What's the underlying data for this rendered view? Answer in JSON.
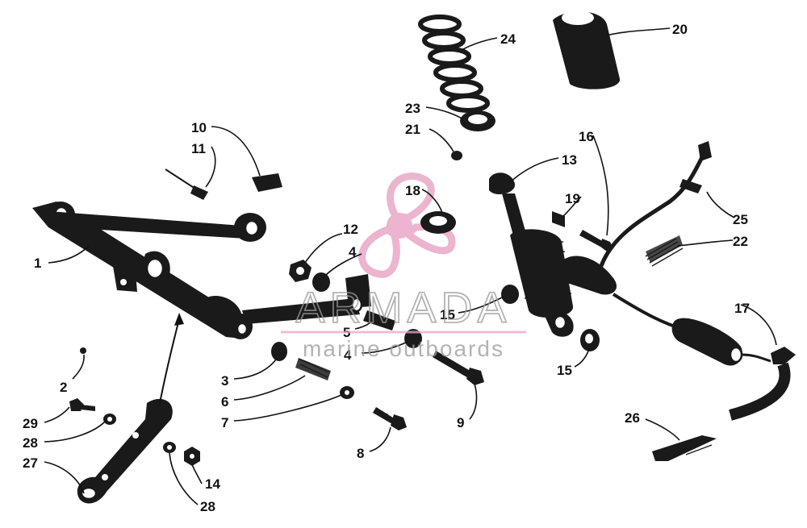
{
  "watermark": {
    "brand": "ARMADA",
    "tagline": "marine outboards",
    "brand_color": "#9a9a9a",
    "logo_color": "#e9a8c6"
  },
  "callouts": [
    "1",
    "2",
    "3",
    "4",
    "4",
    "5",
    "6",
    "7",
    "8",
    "9",
    "10",
    "11",
    "12",
    "13",
    "14",
    "15",
    "15",
    "16",
    "17",
    "18",
    "19",
    "20",
    "21",
    "22",
    "23",
    "24",
    "25",
    "26",
    "27",
    "28",
    "28",
    "29"
  ]
}
